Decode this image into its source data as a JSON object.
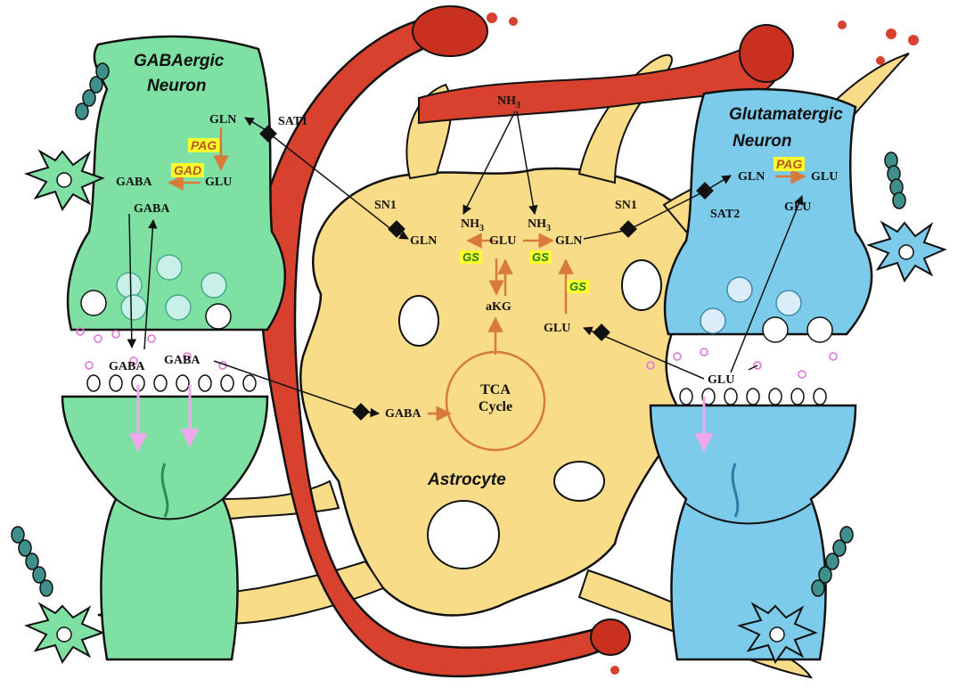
{
  "titles": {
    "gaba_neuron_1": "GABAergic",
    "gaba_neuron_2": "Neuron",
    "glut_neuron_1": "Glutamatergic",
    "glut_neuron_2": "Neuron",
    "astrocyte": "Astrocyte"
  },
  "gaba_neuron": {
    "gln": "GLN",
    "glu": "GLU",
    "gaba_1": "GABA",
    "gaba_2": "GABA",
    "enzyme_pag": "PAG",
    "enzyme_gad": "GAD"
  },
  "glut_neuron": {
    "gln": "GLN",
    "glu_1": "GLU",
    "glu_2": "GLU",
    "enzyme_pag": "PAG"
  },
  "cleft": {
    "gaba_left": "GABA",
    "gaba_right": "GABA",
    "glu": "GLU"
  },
  "transporters": {
    "sat1": "SAT1",
    "sat2": "SAT2",
    "sn1_left": "SN1",
    "sn1_right": "SN1"
  },
  "astrocyte": {
    "nh3_top": "NH",
    "nh3_left": "NH",
    "nh3_right": "NH",
    "nh3_sub": "3",
    "gln_left": "GLN",
    "glu_center": "GLU",
    "gln_right": "GLN",
    "gs_1": "GS",
    "gs_2": "GS",
    "gs_3": "GS",
    "akg": "aKG",
    "glu_lower": "GLU",
    "gaba": "GABA",
    "tca_1": "TCA",
    "tca_2": "Cycle"
  },
  "colors": {
    "gaba_neuron": "#7fe0a4",
    "glut_neuron": "#7ccbea",
    "astrocyte": "#f9dc88",
    "vessel": "#d8412d",
    "enzyme_highlight": "#ffff2e",
    "enzyme_arrow": "#d77a3a"
  }
}
